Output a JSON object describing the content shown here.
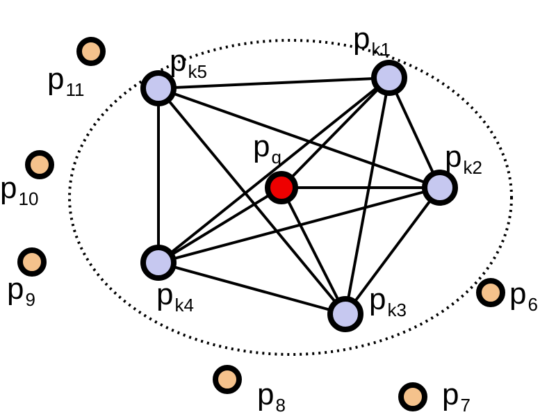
{
  "colors": {
    "query_fill": "#ee0000",
    "neighbor_fill": "#c6c8f0",
    "other_fill": "#f5c28c",
    "stroke": "#000000",
    "background": "#ffffff"
  },
  "query": {
    "label": {
      "main": "p",
      "sub": "q"
    }
  },
  "neighbors": [
    {
      "label": {
        "main": "p",
        "sub": "k1"
      }
    },
    {
      "label": {
        "main": "p",
        "sub": "k2"
      }
    },
    {
      "label": {
        "main": "p",
        "sub": "k3"
      }
    },
    {
      "label": {
        "main": "p",
        "sub": "k4"
      }
    },
    {
      "label": {
        "main": "p",
        "sub": "k5"
      }
    }
  ],
  "others": [
    {
      "label": {
        "main": "p",
        "sub": "6"
      }
    },
    {
      "label": {
        "main": "p",
        "sub": "7"
      }
    },
    {
      "label": {
        "main": "p",
        "sub": "8"
      }
    },
    {
      "label": {
        "main": "p",
        "sub": "9"
      }
    },
    {
      "label": {
        "main": "p",
        "sub": "10"
      }
    },
    {
      "label": {
        "main": "p",
        "sub": "11"
      }
    }
  ],
  "edges": [
    [
      "k1",
      "k2"
    ],
    [
      "k1",
      "k3"
    ],
    [
      "k1",
      "k4"
    ],
    [
      "k1",
      "k5"
    ],
    [
      "k1",
      "q"
    ],
    [
      "k2",
      "k3"
    ],
    [
      "k2",
      "k4"
    ],
    [
      "k2",
      "k5"
    ],
    [
      "k2",
      "q"
    ],
    [
      "k3",
      "k4"
    ],
    [
      "k3",
      "k5"
    ],
    [
      "k3",
      "q"
    ],
    [
      "k4",
      "k5"
    ],
    [
      "k4",
      "q"
    ]
  ]
}
